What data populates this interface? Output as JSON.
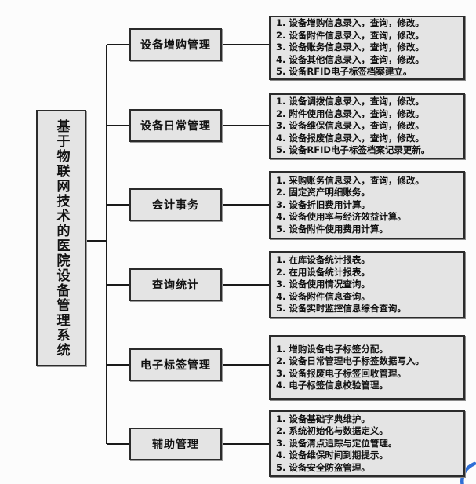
{
  "title": "基于物联网技术的医院设备管理系统",
  "colors": {
    "node_fill": "#e4e4e4",
    "node_border": "#2b2b2b",
    "connector": "#1a1a1a",
    "corner_mark_blue": "#2f6fd6",
    "background": "#fcfcfc"
  },
  "root": {
    "label": "基于物联网技术的医院设备管理系统"
  },
  "branches": [
    {
      "label": "设备增购管理",
      "items": [
        "1. 设备增购信息录入，查询，修改。",
        "2. 设备附件信息录入，查询，修改。",
        "3. 设备账务信息录入，查询，修改。",
        "4. 设备其他信息录入，查询，修改。",
        "5. 设备RFID电子标签档案建立。"
      ]
    },
    {
      "label": "设备日常管理",
      "items": [
        "1. 设备调拨信息录入，查询，修改。",
        "2. 附件使用信息录入，查询，修改。",
        "3. 设备维保信息录入，查询，修改。",
        "4. 设备报废信息录入，查询，修改。",
        "5. 设备RFID电子标签档案记录更新。"
      ]
    },
    {
      "label": "会计事务",
      "items": [
        "1. 采购账务信息录入，查询，修改。",
        "2. 固定资产明细账务。",
        "3. 设备折旧费用计算。",
        "4. 设备使用率与经济效益计算。",
        "5. 设备附件使用费用计算。"
      ]
    },
    {
      "label": "查询统计",
      "items": [
        "1. 在库设备统计报表。",
        "2. 在用设备统计报表。",
        "3. 设备使用情况查询。",
        "4. 设备附件信息查询。",
        "5. 设备实时监控信息综合查询。"
      ]
    },
    {
      "label": "电子标签管理",
      "items": [
        "1. 增购设备电子标签分配。",
        "2. 设备日常管理电子标签数据写入。",
        "3. 设备报废电子标签回收管理。",
        "4. 电子标签信息校验管理。"
      ]
    },
    {
      "label": "辅助管理",
      "items": [
        "1. 设备基础字典维护。",
        "2. 系统初始化与数据定义。",
        "3. 设备清点追踪与定位管理。",
        "4. 设备维保时间到期提示。",
        "5. 设备安全防盗管理。"
      ]
    }
  ]
}
